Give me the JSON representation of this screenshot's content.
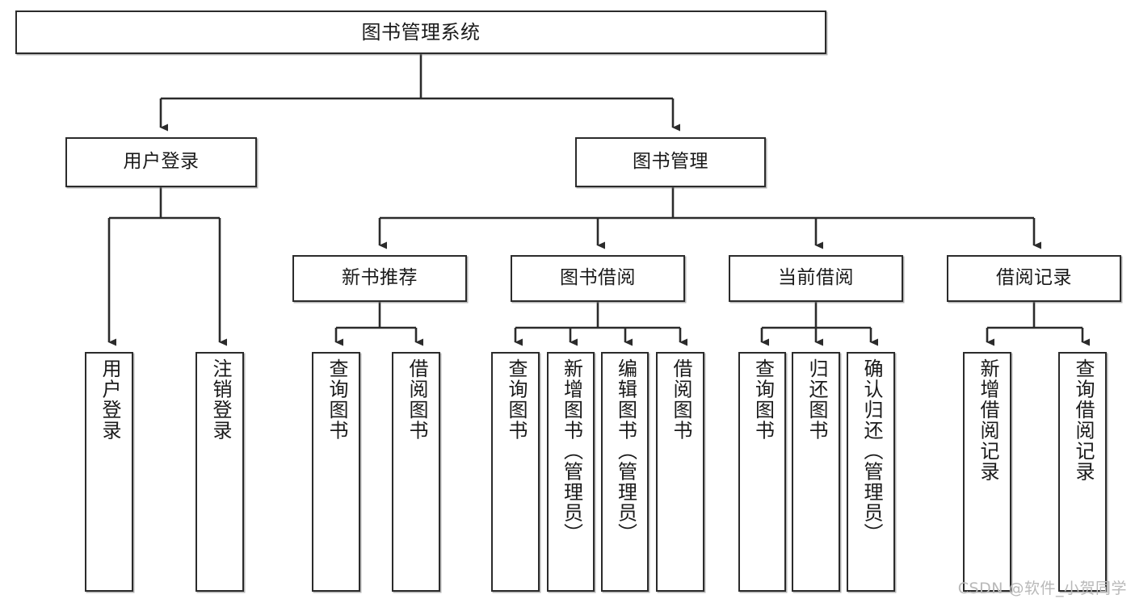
{
  "diagram": {
    "title": "图书管理系统",
    "type": "tree-hierarchy-diagram",
    "watermark": "CSDN @软件_小贺同学",
    "colors": {
      "box_border": "#2b2b2b",
      "box_fill": "#ffffff",
      "edge": "#2b2b2b",
      "text": "#1a1a1a",
      "watermark": "#b9b9b9",
      "background": "#ffffff"
    },
    "levels": {
      "root": {
        "label": "图书管理系统"
      },
      "level2": [
        {
          "label": "用户登录"
        },
        {
          "label": "图书管理"
        }
      ],
      "level3": [
        {
          "label": "新书推荐"
        },
        {
          "label": "图书借阅"
        },
        {
          "label": "当前借阅"
        },
        {
          "label": "借阅记录"
        }
      ],
      "leaves": {
        "user_login": [
          {
            "label": "用户登录"
          },
          {
            "label": "注销登录"
          }
        ],
        "new_book_recommend": [
          {
            "label": "查询图书"
          },
          {
            "label": "借阅图书"
          }
        ],
        "book_borrow": [
          {
            "label": "查询图书"
          },
          {
            "label": "新增图书（管理员）"
          },
          {
            "label": "编辑图书（管理员）"
          },
          {
            "label": "借阅图书"
          }
        ],
        "current_borrow": [
          {
            "label": "查询图书"
          },
          {
            "label": "归还图书"
          },
          {
            "label": "确认归还（管理员）"
          }
        ],
        "borrow_record": [
          {
            "label": "新增借阅记录"
          },
          {
            "label": "查询借阅记录"
          }
        ]
      }
    }
  }
}
